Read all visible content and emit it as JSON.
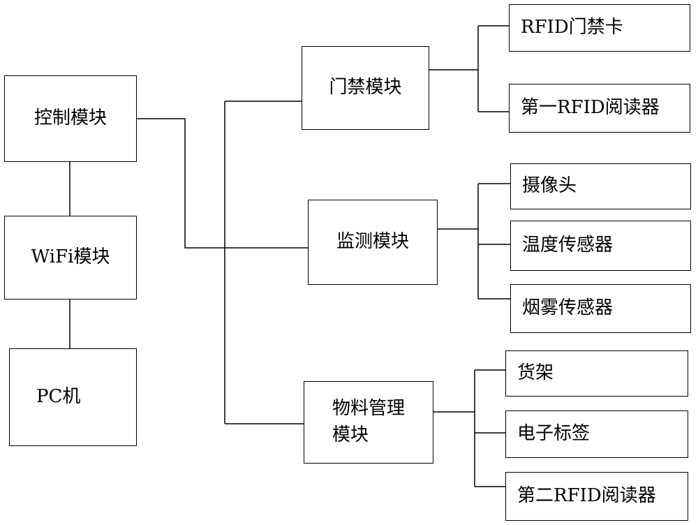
{
  "left_column": {
    "control_module": "控制模块",
    "wifi_module": "WiFi模块",
    "pc": "PC机"
  },
  "middle_column": {
    "access_module": "门禁模块",
    "monitor_module": "监测模块",
    "material_module_line1": "物料管理",
    "material_module_line2": "模块"
  },
  "right_column": {
    "rfid_card": "RFID门禁卡",
    "first_rfid_reader": "第一RFID阅读器",
    "camera": "摄像头",
    "temperature_sensor": "温度传感器",
    "smoke_sensor": "烟雾传感器",
    "shelf": "货架",
    "electronic_tag": "电子标签",
    "second_rfid_reader": "第二RFID阅读器"
  }
}
